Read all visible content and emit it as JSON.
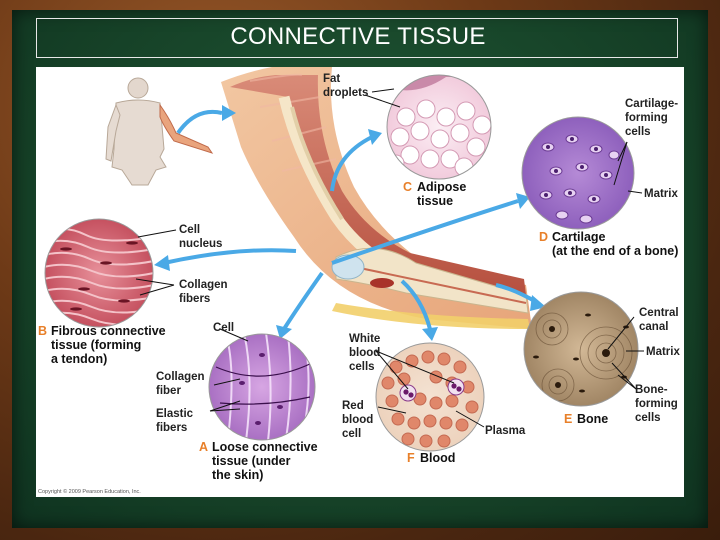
{
  "slide": {
    "title": "CONNECTIVE TISSUE"
  },
  "figure": {
    "copyright": "Copyright © 2009 Pearson Education, Inc.",
    "panels": {
      "A": {
        "letter": "A",
        "caption": [
          "Loose connective",
          "tissue (under",
          "the skin)"
        ],
        "labels": {
          "cell": "Cell",
          "collagen": [
            "Collagen",
            "fiber"
          ],
          "elastic": [
            "Elastic",
            "fibers"
          ]
        }
      },
      "B": {
        "letter": "B",
        "caption": [
          "Fibrous connective",
          "tissue (forming",
          "a tendon)"
        ],
        "labels": {
          "nucleus": [
            "Cell",
            "nucleus"
          ],
          "collagen": [
            "Collagen",
            "fibers"
          ]
        }
      },
      "C": {
        "letter": "C",
        "caption": [
          "Adipose",
          "tissue"
        ],
        "labels": {
          "fat": [
            "Fat",
            "droplets"
          ]
        }
      },
      "D": {
        "letter": "D",
        "caption": [
          "Cartilage",
          "(at the end of a bone)"
        ],
        "labels": {
          "forming": [
            "Cartilage-",
            "forming",
            "cells"
          ],
          "matrix": "Matrix"
        }
      },
      "E": {
        "letter": "E",
        "caption": [
          "Bone"
        ],
        "labels": {
          "canal": [
            "Central",
            "canal"
          ],
          "matrix": "Matrix",
          "forming": [
            "Bone-",
            "forming",
            "cells"
          ]
        }
      },
      "F": {
        "letter": "F",
        "caption": [
          "Blood"
        ],
        "labels": {
          "white": [
            "White",
            "blood",
            "cells"
          ],
          "red": [
            "Red",
            "blood",
            "cell"
          ],
          "plasma": "Plasma"
        }
      }
    }
  },
  "colors": {
    "title_text": "#ffffff",
    "board_green": "#1b4b2d",
    "frame_wood": "#6e3a17",
    "panel_letter": "#e8802a",
    "arrow_blue": "#4aa9e6"
  }
}
